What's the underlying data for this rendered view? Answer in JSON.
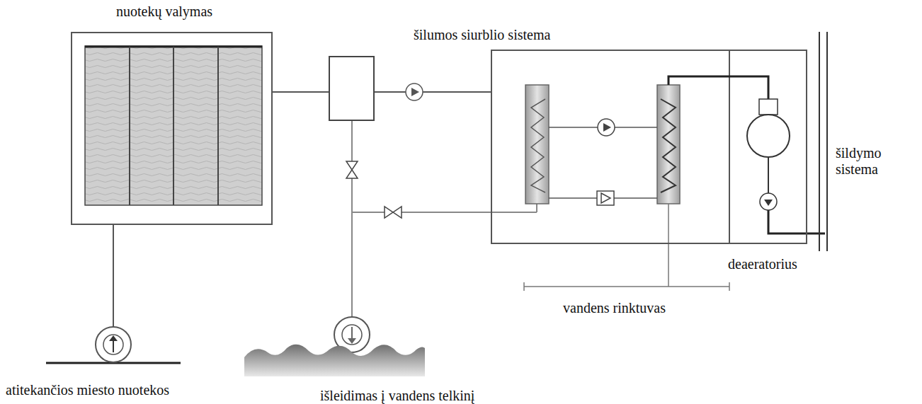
{
  "diagram": {
    "nodes": [
      {
        "text": [
          "nuotekų valymas"
        ]
      },
      {
        "text": [
          "šilumos siurblio sistema"
        ]
      }
    ],
    "edges": [
      {
        "from": 0,
        "to": 1,
        "arrow": "none"
      }
    ],
    "labels": [
      "šildymo sistema",
      "deaeratorius",
      "vandens rinktuvas",
      "atitekančios miesto nuotekos",
      "išleidimas į vandens telkinį"
    ]
  }
}
